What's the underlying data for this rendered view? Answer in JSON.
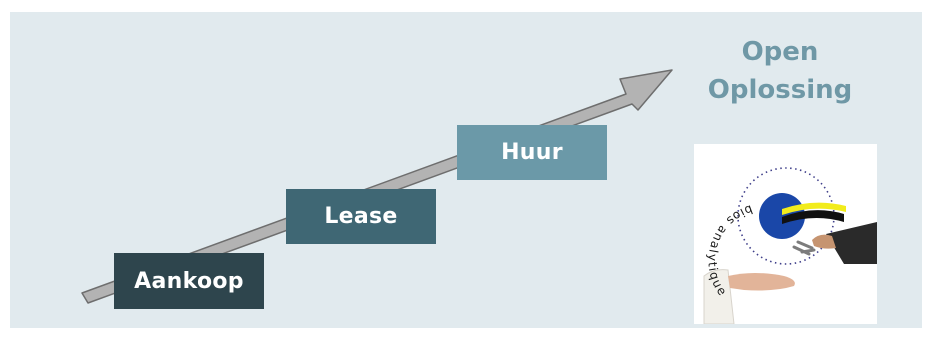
{
  "title": {
    "line1": "Open",
    "line2": "Oplossing"
  },
  "steps": [
    {
      "label": "Aankoop"
    },
    {
      "label": "Lease"
    },
    {
      "label": "Huur"
    }
  ],
  "logo": {
    "text": "bios analytique"
  },
  "colors": {
    "background": "#e1eaee",
    "step_aankoop": "#2e454d",
    "step_lease": "#3f6774",
    "step_huur": "#6b99a8",
    "title": "#6f98a6",
    "arrow_fill": "#b3b3b3"
  }
}
